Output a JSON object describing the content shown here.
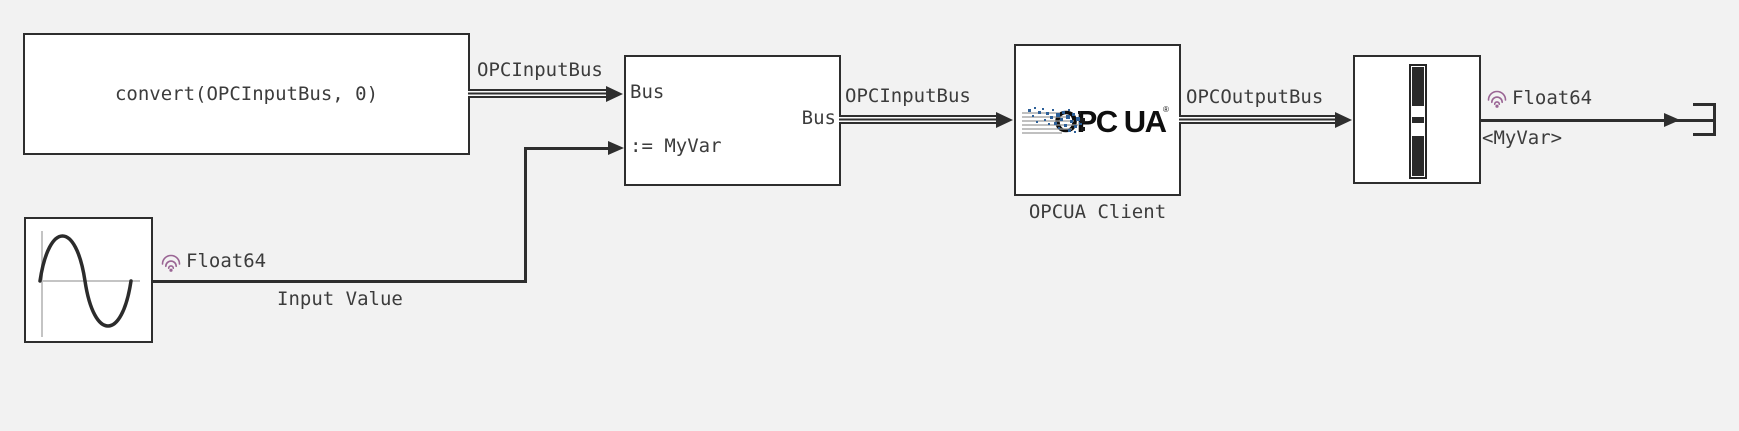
{
  "canvas": {
    "background": "#f2f2f2",
    "line_color": "#2e2e2e",
    "text_color": "#3c3c3c",
    "block_fill": "#ffffff",
    "wireless_icon_color": "#9a6594",
    "logo_blue": "#2d6099",
    "axis_gray": "#c4c4c4"
  },
  "blocks": {
    "convert": {
      "label": "convert(OPCInputBus, 0)"
    },
    "bus_assignment": {
      "input_port": "Bus",
      "assign_port": ":= MyVar",
      "output_port": "Bus"
    },
    "opcua_client": {
      "logo_text": "OPC UA",
      "registered_mark": "®",
      "name": "OPCUA Client"
    },
    "bus_selector": {
      "icon": "bus-selector-bar-icon"
    },
    "sine_wave": {
      "icon": "sine-wave-icon"
    }
  },
  "signals": {
    "to_bus_assignment": {
      "label": "OPCInputBus",
      "type": "bus"
    },
    "to_opcua_client": {
      "label": "OPCInputBus",
      "type": "bus"
    },
    "to_bus_selector": {
      "label": "OPCOutputBus",
      "type": "bus"
    },
    "selector_output": {
      "datatype": "Float64",
      "name": "<MyVar>"
    },
    "sine_output": {
      "datatype": "Float64",
      "name": "Input Value"
    }
  }
}
